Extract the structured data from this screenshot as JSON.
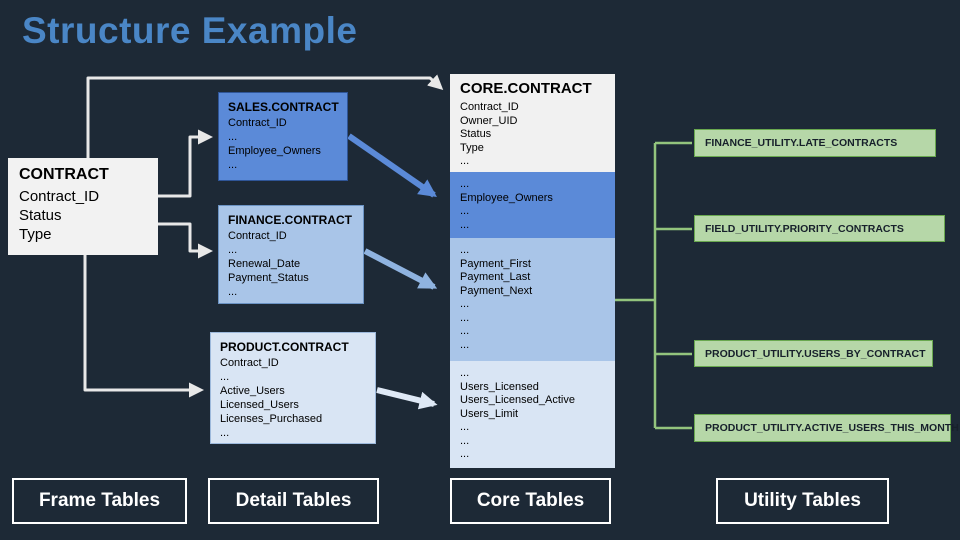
{
  "title": "Structure Example",
  "frame_table": {
    "title": "CONTRACT",
    "fields": [
      "Contract_ID",
      "Status",
      "Type"
    ]
  },
  "detail_tables": [
    {
      "title": "SALES.CONTRACT",
      "fields": [
        "Contract_ID",
        "...",
        "Employee_Owners",
        "..."
      ]
    },
    {
      "title": "FINANCE.CONTRACT",
      "fields": [
        "Contract_ID",
        "...",
        "Renewal_Date",
        "Payment_Status",
        "..."
      ]
    },
    {
      "title": "PRODUCT.CONTRACT",
      "fields": [
        "Contract_ID",
        "...",
        "Active_Users",
        "Licensed_Users",
        "Licenses_Purchased",
        "..."
      ]
    }
  ],
  "core_table": {
    "title": "CORE.CONTRACT",
    "sections": [
      {
        "name": "core-base",
        "fields": [
          "Contract_ID",
          "Owner_UID",
          "Status",
          "Type",
          "..."
        ]
      },
      {
        "name": "from-sales",
        "fields": [
          "...",
          "Employee_Owners",
          "...",
          "..."
        ]
      },
      {
        "name": "from-finance",
        "fields": [
          "...",
          "Payment_First",
          "Payment_Last",
          "Payment_Next",
          "...",
          "...",
          "...",
          "..."
        ]
      },
      {
        "name": "from-product",
        "fields": [
          "...",
          "Users_Licensed",
          "Users_Licensed_Active",
          "Users_Limit",
          "...",
          "...",
          "..."
        ]
      }
    ]
  },
  "utility_tables": [
    {
      "label": "FINANCE_UTILITY.LATE_CONTRACTS"
    },
    {
      "label": "FIELD_UTILITY.PRIORITY_CONTRACTS"
    },
    {
      "label": "PRODUCT_UTILITY.USERS_BY_CONTRACT"
    },
    {
      "label": "PRODUCT_UTILITY.ACTIVE_USERS_THIS_MONTH"
    }
  ],
  "legend": {
    "frame": "Frame Tables",
    "detail": "Detail Tables",
    "core": "Core Tables",
    "utility": "Utility Tables"
  },
  "colors": {
    "background": "#1d2936",
    "title": "#4a86c6",
    "frame_fill": "#f2f2f2",
    "sales_fill": "#5b8ad8",
    "finance_fill": "#a9c5e8",
    "product_fill": "#d9e5f4",
    "utility_fill": "#b6d7a8",
    "utility_border": "#69a84f",
    "connector_light": "#e8e8e8",
    "connector_green": "#93c47d"
  }
}
